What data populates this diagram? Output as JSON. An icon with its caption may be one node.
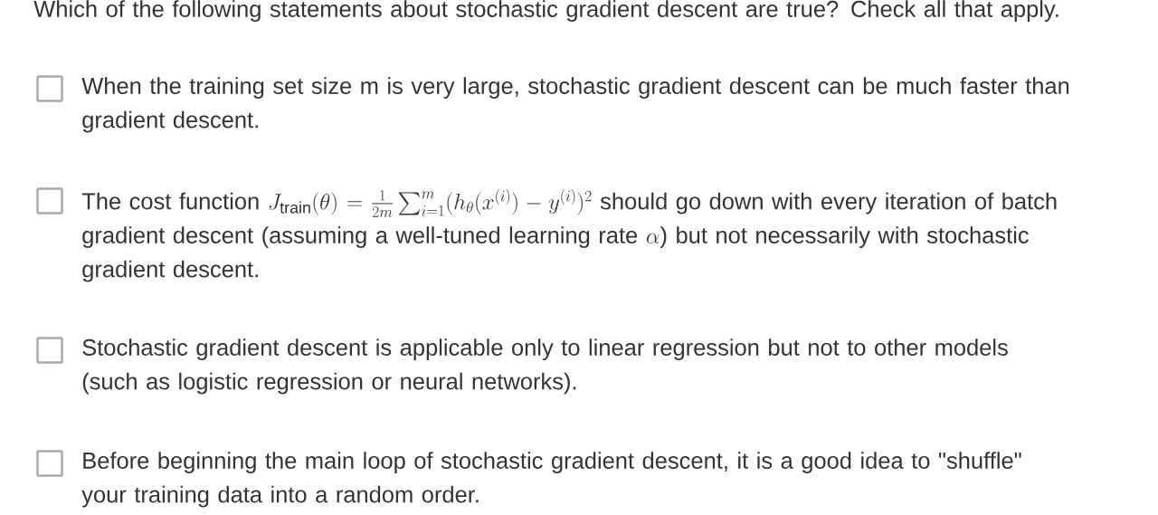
{
  "diagram": {
    "title": "Which of the following statements about stochastic gradient descent are true? Check all that apply.",
    "nodes": [
      {
        "text": [],
        "shape": "box",
        "beside": [
          "When the training set size m is very large, stochastic gradient descent can be much faster than gradient descent."
        ]
      },
      {
        "text": [],
        "shape": "box",
        "beside": [
          "The cost function",
          "J_{\\mathrm{train}}(\\theta) = \\frac{1}{2m}\\sum_{i=1}^{m}(h_{\\theta}(x^{(i)}) - y^{(i)})^{2}",
          "should go down with every iteration of batch gradient descent (assuming a well-tuned learning rate",
          "\\alpha",
          ") but not necessarily with stochastic gradient descent."
        ]
      },
      {
        "text": [],
        "shape": "box",
        "beside": [
          "Stochastic gradient descent is applicable only to linear regression but not to other models (such as logistic regression or neural networks)."
        ]
      },
      {
        "text": [],
        "shape": "box",
        "beside": [
          "Before beginning the main loop of stochastic gradient descent, it is a good idea to \"shuffle\" your training data into a random order."
        ]
      }
    ]
  }
}
